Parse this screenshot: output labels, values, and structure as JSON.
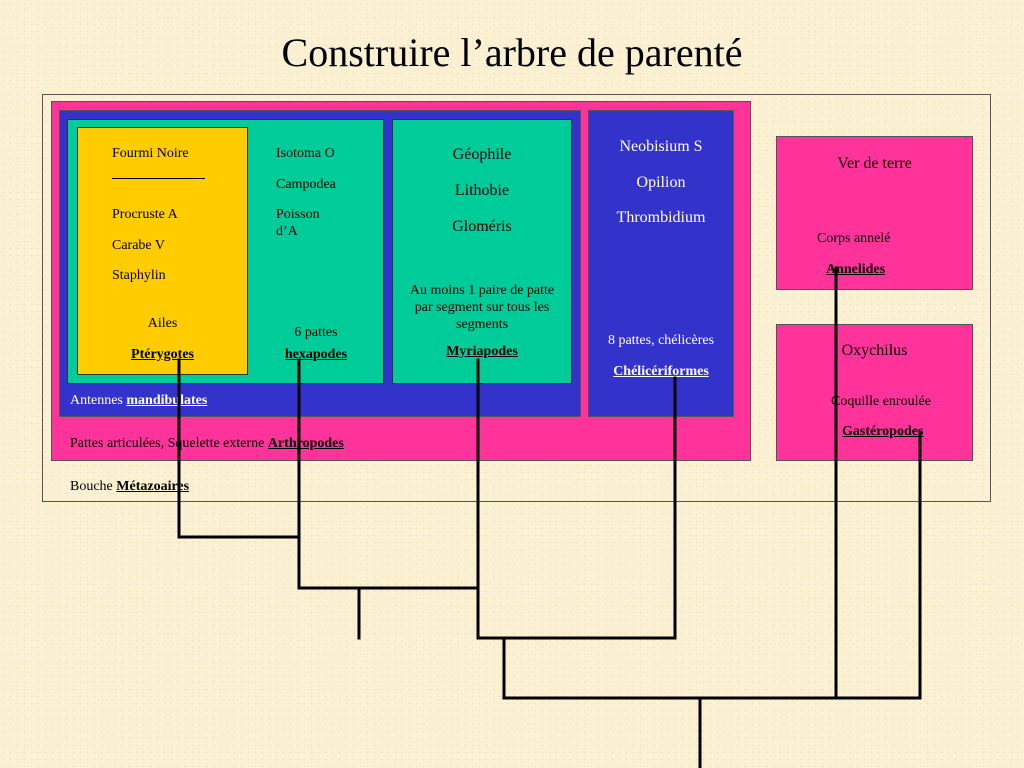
{
  "title": "Construire l’arbre de parenté",
  "metazoaires": {
    "label": "Bouche ",
    "group": "Métazoaires"
  },
  "arthropodes": {
    "label": "Pattes articulées, Squelette externe ",
    "group": "Arthropodes"
  },
  "mandibulates": {
    "label": "Antennes ",
    "group": "mandibulates"
  },
  "pterygotes": {
    "species": [
      "Fourmi Noire",
      "Procruste A",
      "Carabe V",
      "Staphylin"
    ],
    "trait": "Ailes",
    "group": "Ptérygotes"
  },
  "hexapodes": {
    "species": [
      "Isotoma O",
      "Campodea",
      "Poisson d’A"
    ],
    "trait": "6 pattes",
    "group": "hexapodes"
  },
  "myriapodes": {
    "species": [
      "Géophile",
      "Lithobie",
      "Gloméris"
    ],
    "trait": "Au moins 1 paire de patte par segment sur tous les segments",
    "group": "Myriapodes"
  },
  "chelicériformes": {
    "species": [
      "Neobisium S",
      "Opilion",
      "Thrombidium"
    ],
    "trait": "8 pattes, chélicères",
    "group": "Chélicériformes"
  },
  "annelides": {
    "species": [
      "Ver de terre"
    ],
    "trait": "Corps annelé",
    "group": "Annelides"
  },
  "gasteropodes": {
    "species": [
      "Oxychilus"
    ],
    "trait": "Coquille enroulée",
    "group": "Gastéropodes"
  },
  "colors": {
    "pink": "#ff3399",
    "blue": "#3333cc",
    "green": "#00cc99",
    "yellow": "#ffcc00",
    "background": "#fbf1d2"
  }
}
